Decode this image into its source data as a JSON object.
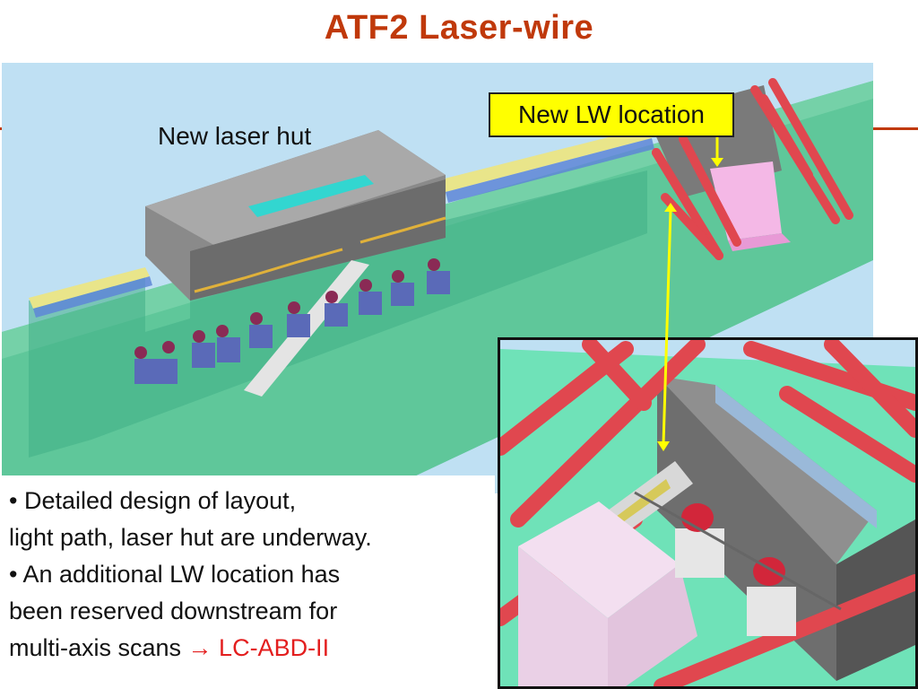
{
  "slide": {
    "title": "ATF2 Laser-wire"
  },
  "labels": {
    "new_lw_location": "New LW location",
    "new_laser_hut": "New laser hut"
  },
  "bullets": {
    "b1_line1": "• Detailed design of layout,",
    "b1_line2": "light path, laser hut are underway.",
    "b2_line1": "• An additional LW location has",
    "b2_line2": "been reserved downstream for",
    "b2_line3_prefix": "multi-axis scans ",
    "b2_arrow": "→",
    "b2_target": " LC-ABD-II"
  },
  "colors": {
    "title": "#c0390b",
    "highlight": "#e31e1e",
    "callout_bg": "#ffff00",
    "arrow": "#ffff00",
    "floor_green": "#5fc79a",
    "sky_blue": "#bfe0f3",
    "beam_red": "#e0474f"
  }
}
